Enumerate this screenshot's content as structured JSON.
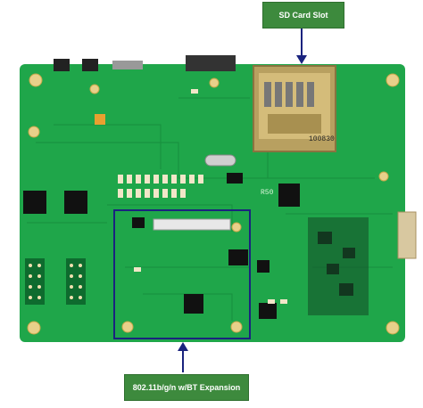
{
  "callouts": {
    "sd_card": "SD Card Slot",
    "wifi_bt": "802.11b/g/n w/BT Expansion"
  },
  "board_marks": {
    "sd_serial": "100830",
    "r50": "R50"
  },
  "colors": {
    "pcb": "#1fa64a",
    "pcb_dark": "#168a3a",
    "callout": "#3d8a3d",
    "highlight_box": "#1a237e",
    "arrow": "#1a237e"
  }
}
